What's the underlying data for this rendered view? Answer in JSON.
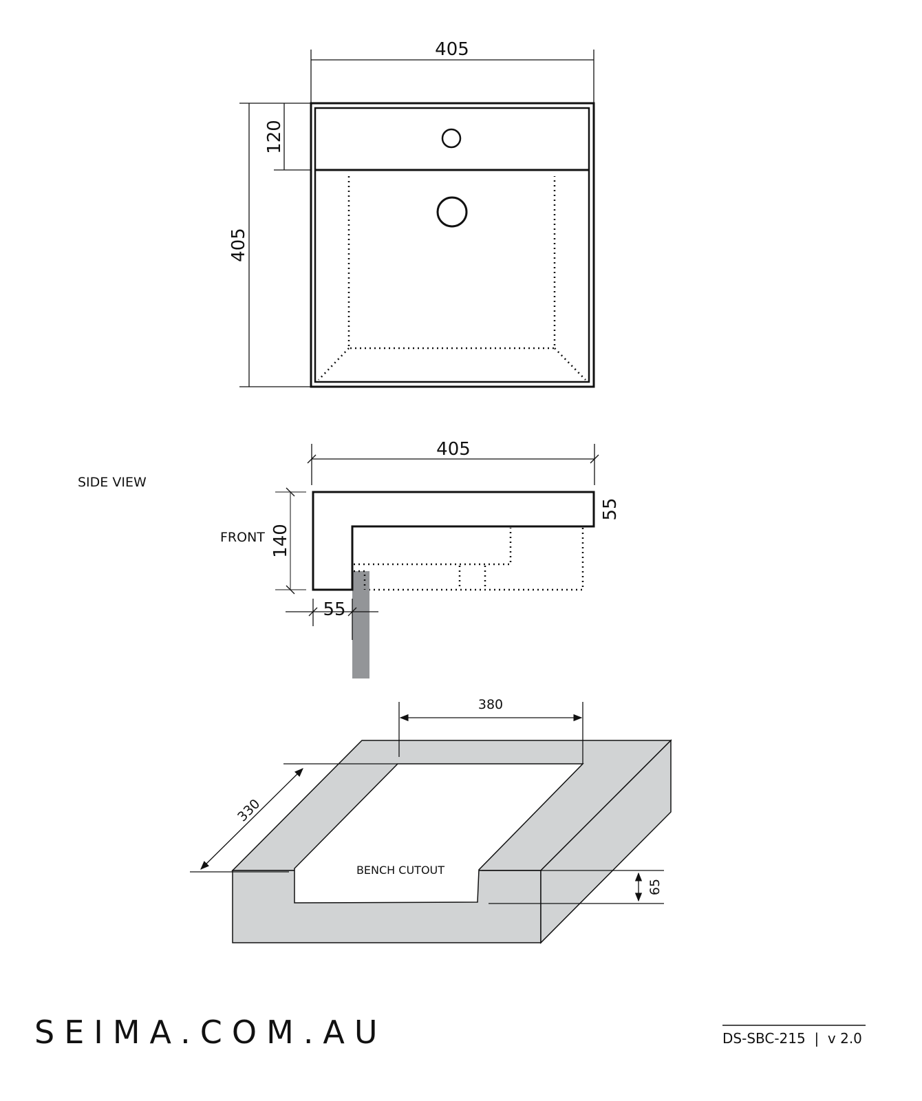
{
  "top_view": {
    "width_dim": "405",
    "depth_dim": "405",
    "deck_dim": "120"
  },
  "side_view": {
    "title": "SIDE VIEW",
    "front_label": "FRONT",
    "width_dim": "405",
    "height_dim": "140",
    "rim_thickness_dim": "55",
    "front_overhang_dim": "55"
  },
  "cutout_view": {
    "label": "BENCH CUTOUT",
    "width_dim": "380",
    "depth_dim": "330",
    "bench_thickness_dim": "65",
    "bench_color": "#d1d3d4",
    "post_color": "#939598"
  },
  "footer": {
    "brand": "SEIMA.COM.AU",
    "doc_code": "DS-SBC-215  |  v 2.0"
  }
}
